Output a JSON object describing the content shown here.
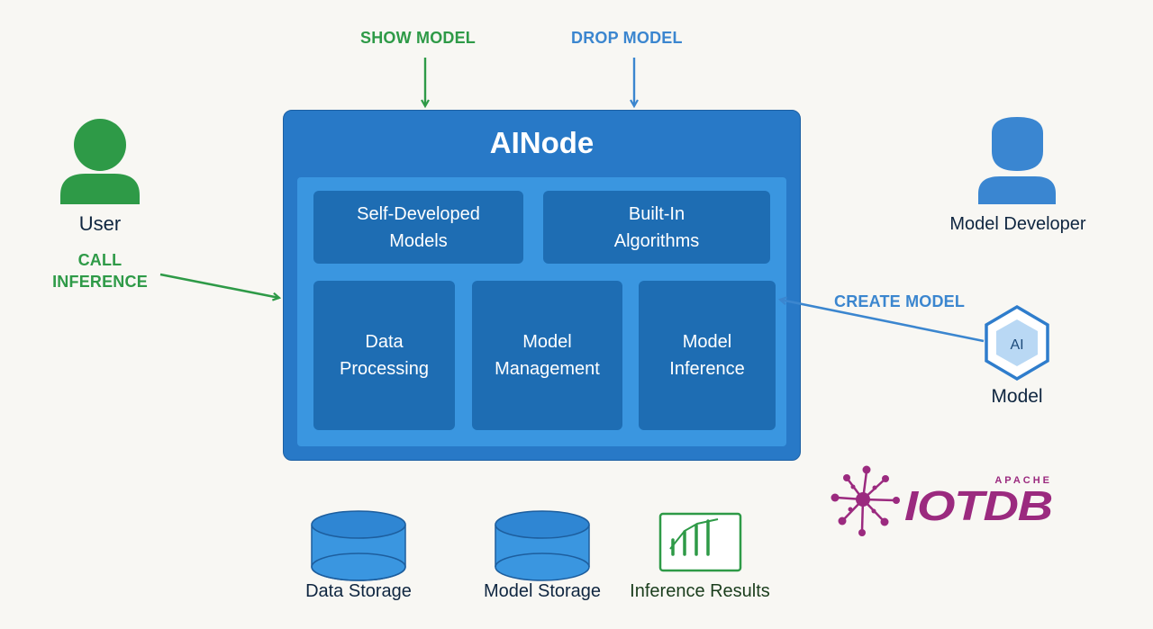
{
  "commands": {
    "show_model": "SHOW MODEL",
    "drop_model": "DROP MODEL",
    "call_inference_line1": "CALL",
    "call_inference_line2": "INFERENCE",
    "create_model": "CREATE MODEL"
  },
  "actors": {
    "user": "User",
    "model_developer": "Model Developer",
    "model": "Model",
    "model_badge": "AI"
  },
  "ainode": {
    "title": "AINode",
    "modules": [
      {
        "line1": "Self-Developed",
        "line2": "Models"
      },
      {
        "line1": "Built-In",
        "line2": "Algorithms"
      },
      {
        "line1": "Data",
        "line2": "Processing"
      },
      {
        "line1": "Model",
        "line2": "Management"
      },
      {
        "line1": "Model",
        "line2": "Inference"
      }
    ]
  },
  "storage": {
    "data_storage": "Data Storage",
    "model_storage": "Model Storage",
    "inference_results": "Inference Results"
  },
  "logo": {
    "small": "APACHE",
    "main": "IOTDB"
  },
  "colors": {
    "green": "#2e9a47",
    "blue": "#3b86cf",
    "ainode_header": "#2879c7",
    "ainode_inner": "#3a96e0",
    "card": "#1e6db3",
    "logo_purple": "#9b2a7f"
  }
}
